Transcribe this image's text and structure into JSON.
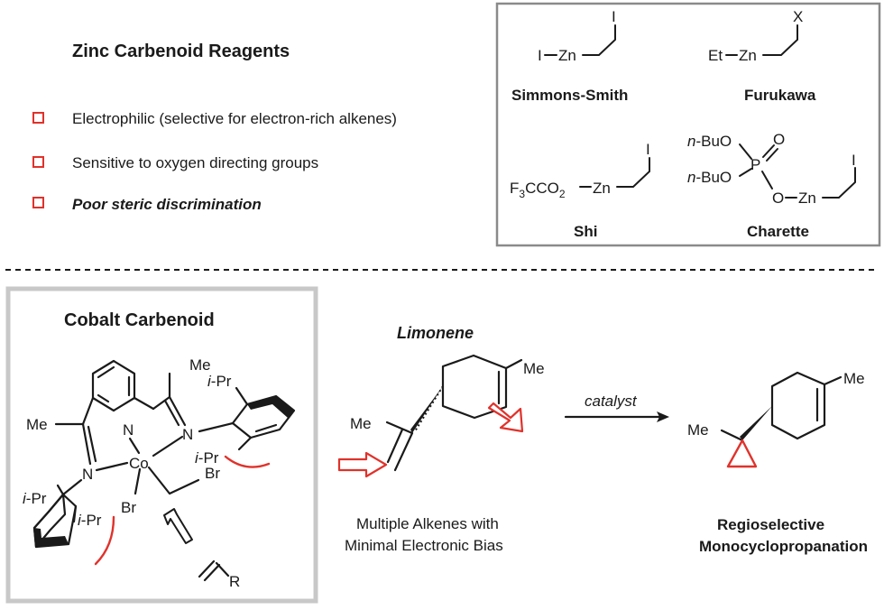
{
  "zinc_panel": {
    "title": "Zinc Carbenoid  Reagents",
    "bullets": [
      {
        "text": "Electrophilic (selective for electron-rich alkenes)",
        "italic": false
      },
      {
        "text": "Sensitive to oxygen directing groups",
        "italic": false
      },
      {
        "text": "Poor steric discrimination",
        "italic": true
      }
    ]
  },
  "reagents": {
    "simmons_smith": {
      "name": "Simmons-Smith",
      "left": "I",
      "metal": "Zn",
      "halide": "I"
    },
    "furukawa": {
      "name": "Furukawa",
      "left": "Et",
      "metal": "Zn",
      "halide": "X"
    },
    "shi": {
      "name": "Shi",
      "left_main": "F",
      "left_sub3": "3",
      "left_mid": "CCO",
      "left_sub2": "2",
      "metal": "Zn",
      "halide": "I"
    },
    "charette": {
      "name": "Charette",
      "group1": "n-BuO",
      "group2": "n-BuO",
      "p": "P",
      "o_double": "O",
      "o_link": "O",
      "metal": "Zn",
      "halide": "I"
    }
  },
  "cobalt_panel": {
    "title": "Cobalt  Carbenoid",
    "metal": "Co",
    "n_pyridine": "N",
    "n_left": "N",
    "n_right": "N",
    "me_top": "Me",
    "me_left": "Me",
    "ipr_top": "i-Pr",
    "ipr_right": "i-Pr",
    "ipr_left": "i-Pr",
    "ipr_bottom": "i-Pr",
    "br1": "Br",
    "br2": "Br",
    "alkene_r": "R"
  },
  "scheme": {
    "substrate_name": "Limonene",
    "substrate_me1": "Me",
    "substrate_me2": "Me",
    "caption_line1": "Multiple Alkenes with",
    "caption_line2": "Minimal Electronic Bias",
    "arrow_label": "catalyst",
    "product_me1": "Me",
    "product_me2": "Me",
    "product_line1": "Regioselective",
    "product_line2": "Monocyclopropanation"
  },
  "colors": {
    "accent_red": "#e0322b",
    "panel_border": "#8a8a8a",
    "cobalt_panel_border": "#c8c8c8"
  }
}
